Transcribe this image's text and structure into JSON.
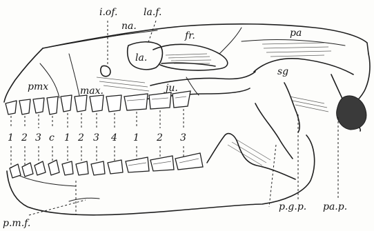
{
  "figure": {
    "labels": {
      "iof": "i.of.",
      "laf": "la.f.",
      "na": "na.",
      "fr": "fr.",
      "pa": "pa",
      "la": "la.",
      "pmx": "pmx",
      "max": "max.",
      "ju": "ju.",
      "sq": "sg",
      "pgp": "p.g.p.",
      "pap": "pa.p.",
      "pmf": "p.m.f."
    },
    "tooth_numbers": [
      "1",
      "2",
      "3",
      "c",
      "1",
      "2",
      "3",
      "4",
      "1",
      "2",
      "3"
    ]
  }
}
